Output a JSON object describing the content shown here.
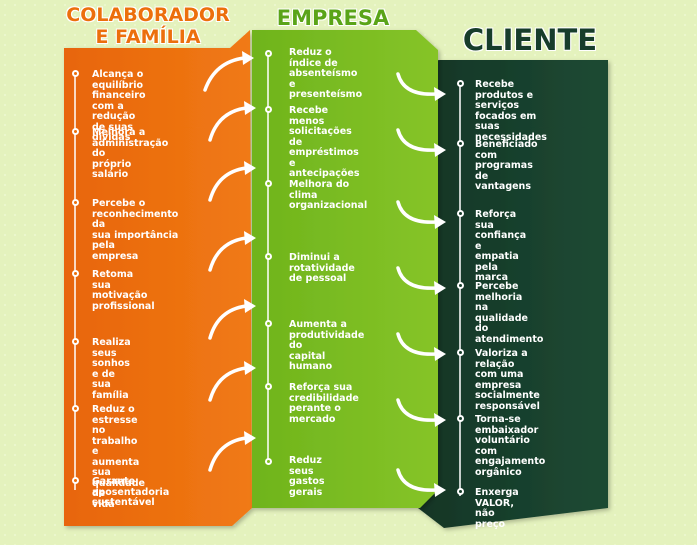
{
  "headers": {
    "colaborador_line1": "COLABORADOR",
    "colaborador_line2": "E FAMÍLIA",
    "empresa": "EMPRESA",
    "cliente": "CLIENTE"
  },
  "colors": {
    "orange": "#ec6f0c",
    "green": "#7fbf22",
    "dark_green": "#173d2b",
    "background": "#e4f2bd"
  },
  "colaborador": [
    "Alcança o equilíbrio\nfinanceiro com a\nredução de suas\ndívidas",
    "Melhora a\nadministração do\npróprio salário",
    "Percebe o\nreconhecimento da\nsua importância pela\nempresa",
    "Retoma sua\nmotivação profissional",
    "Realiza seus sonhos\ne de sua família",
    "Reduz o estresse no\ntrabalho e aumenta\nsua qualidade de\nvida",
    "Garante\naposentadoria\nsustentável"
  ],
  "empresa": [
    "Reduz o índice de\nabsenteísmo e\npresenteísmo",
    "Recebe menos\nsolicitações de\nempréstimos e\nantecipações",
    "Melhora do clima\norganizacional",
    "Diminui a\nrotatividade\nde pessoal",
    "Aumenta a\nprodutividade do\ncapital humano",
    "Reforça sua\ncredibilidade\nperante o mercado",
    "Reduz seus\ngastos gerais"
  ],
  "cliente": [
    "Recebe produtos e\nserviços focados em\nsuas necessidades",
    "Beneficiado com\nprogramas de\nvantagens",
    "Reforça sua\nconfiança e empatia\npela marca",
    "Percebe melhoria\nna qualidade do\natendimento",
    "Valoriza a relação\ncom uma empresa\nsocialmente\nresponsável",
    "Torna-se embaixador\nvoluntário com\nengajamento orgânico",
    "Enxerga VALOR,\nnão preço"
  ]
}
